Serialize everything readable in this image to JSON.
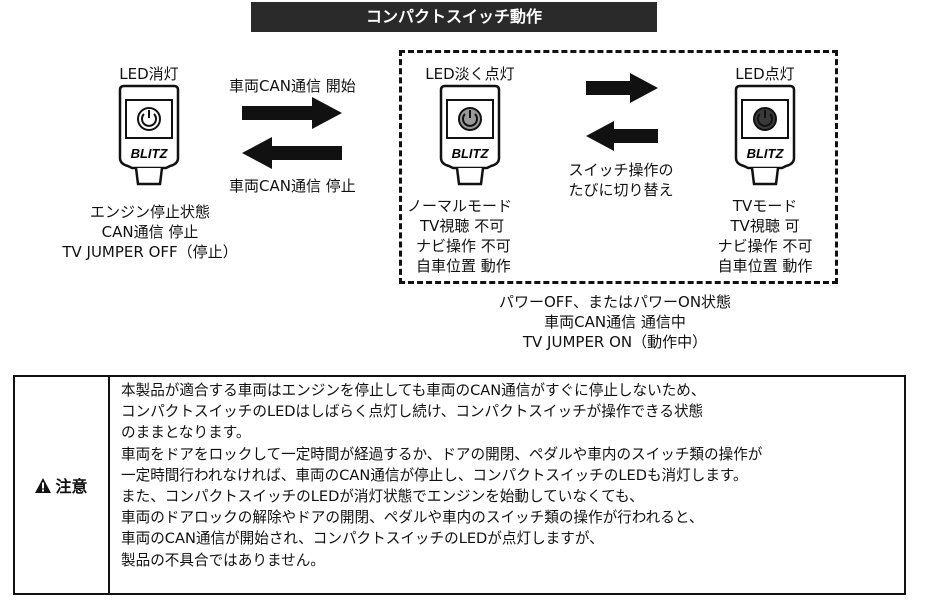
{
  "title": "コンパクトスイッチ動作",
  "left_state": {
    "led_label": "LED消灯",
    "desc": [
      "エンジン停止状態",
      "CAN通信 停止",
      "TV JUMPER OFF（停止）"
    ]
  },
  "arrow_top_label": "車両CAN通信 開始",
  "arrow_bottom_label": "車両CAN通信 停止",
  "middle_state": {
    "led_label": "LED淡く点灯",
    "mode": [
      "ノーマルモード",
      "TV視聴 不可",
      "ナビ操作 不可",
      "自車位置 動作"
    ]
  },
  "toggle_label": [
    "スイッチ操作の",
    "たびに切り替え"
  ],
  "right_state": {
    "led_label": "LED点灯",
    "mode": [
      "TVモード",
      "TV視聴 可",
      "ナビ操作 不可",
      "自車位置 動作"
    ]
  },
  "on_state_desc": [
    "パワーOFF、またはパワーON状態",
    "車両CAN通信 通信中",
    "TV JUMPER ON（動作中）"
  ],
  "device_brand": "BLITZ",
  "caution": {
    "label": "注意",
    "lines": [
      "本製品が適合する車両はエンジンを停止しても車両のCAN通信がすぐに停止しないため、",
      "コンパクトスイッチのLEDはしばらく点灯し続け、コンパクトスイッチが操作できる状態",
      "のままとなります。",
      "車両をドアをロックして一定時間が経過するか、ドアの開閉、ペダルや車内のスイッチ類の操作が",
      "一定時間行われなければ、車両のCAN通信が停止し、コンパクトスイッチのLEDも消灯します。",
      "また、コンパクトスイッチのLEDが消灯状態でエンジンを始動していなくても、",
      "車両のドアロックの解除やドアの開閉、ペダルや車内のスイッチ類の操作が行われると、",
      "車両のCAN通信が開始され、コンパクトスイッチのLEDが点灯しますが、",
      "製品の不具合ではありません。"
    ]
  },
  "colors": {
    "led_off": "#ffffff",
    "led_dim": "#9a9a9a",
    "led_on": "#3a3a3a",
    "title_bg": "#2a2a2a"
  }
}
